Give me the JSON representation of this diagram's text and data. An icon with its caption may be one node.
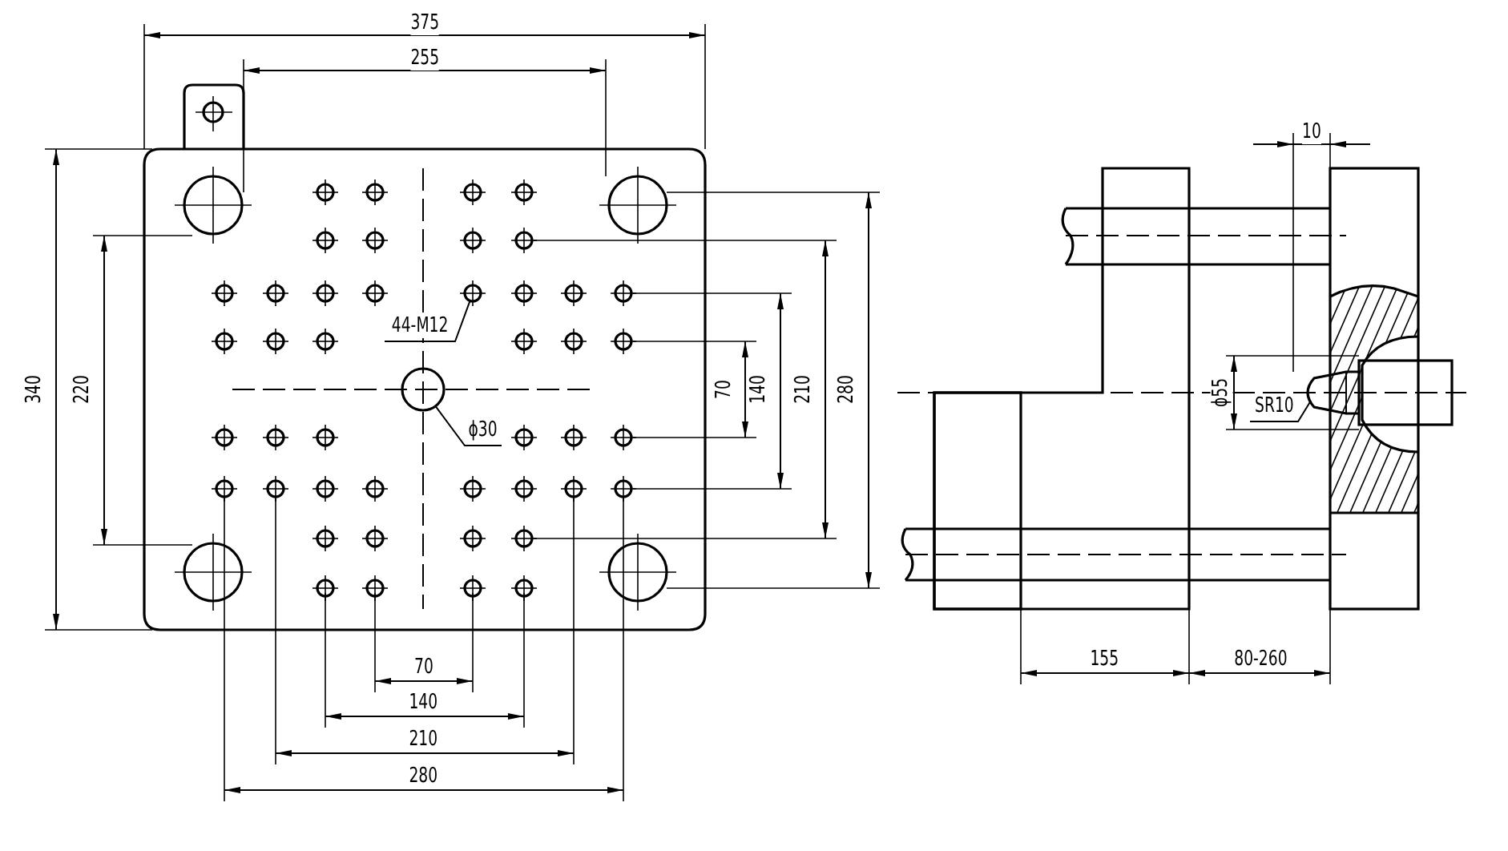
{
  "diagram": {
    "nodes": [
      {
        "text": [
          "44-M12"
        ]
      },
      {
        "text": [],
        "shape": "circle"
      },
      {
        "text": [
          "ϕ30"
        ]
      },
      {
        "text": [],
        "shape": "circle"
      },
      {
        "text": [
          "SR10"
        ]
      }
    ],
    "edges": [
      {
        "from": 0,
        "to": 1,
        "arrow": "none"
      },
      {
        "from": 2,
        "to": 3,
        "arrow": "none"
      },
      {
        "from": 4,
        "to": null,
        "arrow": "none"
      }
    ],
    "labels": [
      "375",
      "255",
      "10",
      "340",
      "220",
      "70",
      "140",
      "210",
      "280",
      "ϕ55",
      "70",
      "140",
      "210",
      "280",
      "155",
      "80-260"
    ]
  }
}
